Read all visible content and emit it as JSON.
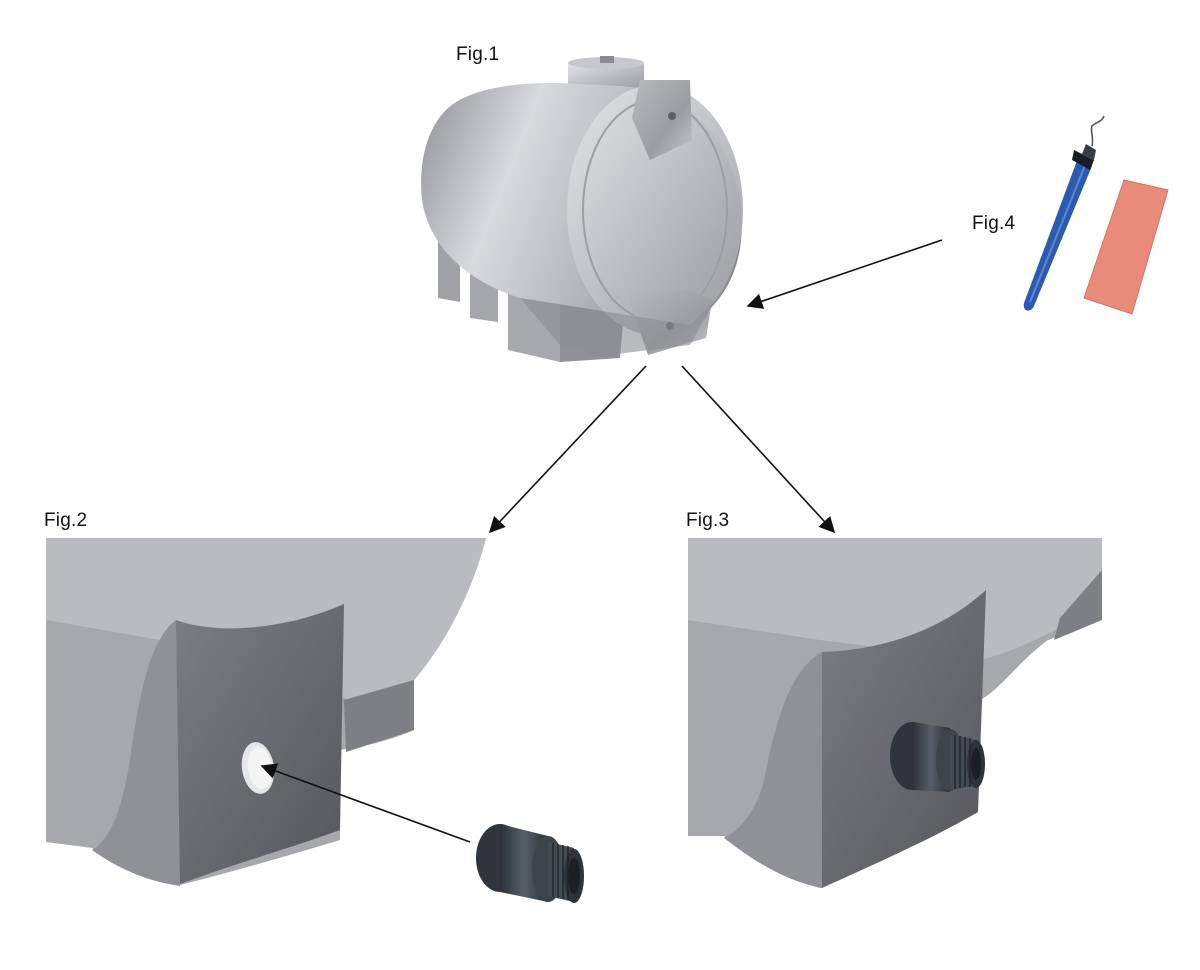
{
  "figures": {
    "fig1": {
      "label": "Fig.1",
      "subject": "horizontal-water-tank-icon"
    },
    "fig2": {
      "label": "Fig.2",
      "subject": "tank-foot-with-drilled-hole"
    },
    "fig3": {
      "label": "Fig.3",
      "subject": "tank-foot-with-fitting-installed"
    },
    "fig4": {
      "label": "Fig.4",
      "subject": "deburring-tool-and-sandpaper"
    }
  },
  "colors": {
    "tank_body": "#a9abaf",
    "tank_shadow": "#6e7075",
    "fitting": "#3a4148",
    "tool_blue": "#2a5bb0",
    "sandpaper": "#e88b7b",
    "arrow": "#111111"
  }
}
